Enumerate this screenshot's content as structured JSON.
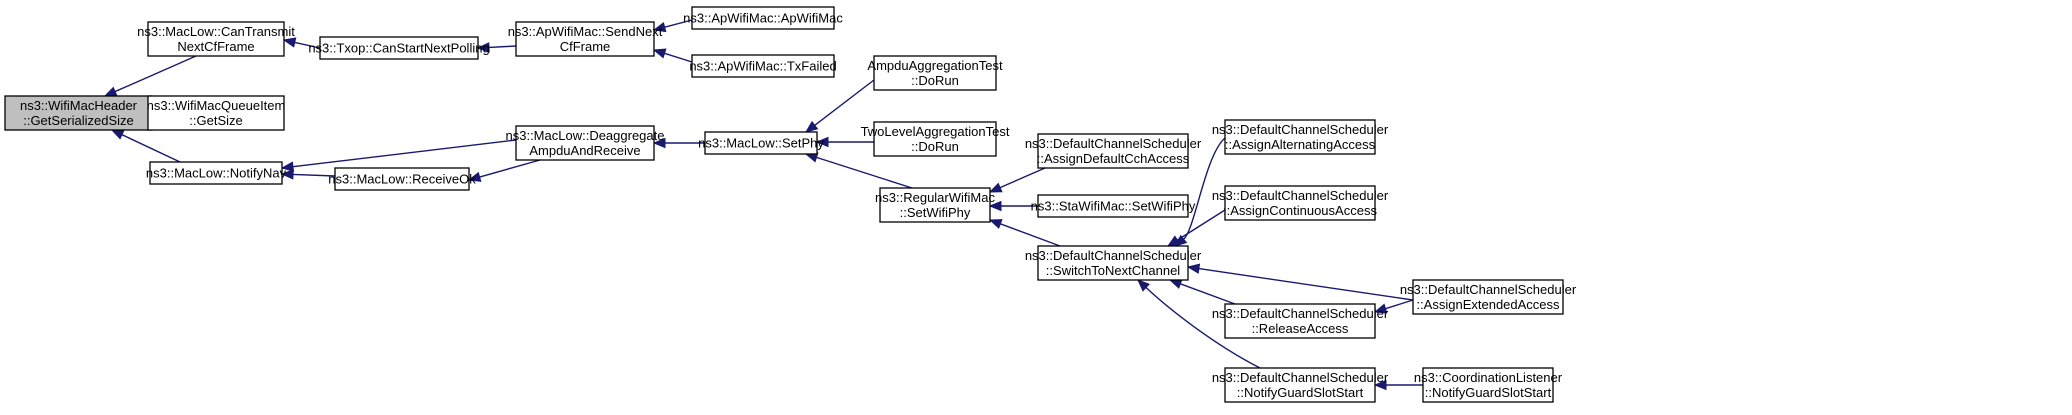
{
  "diagram": {
    "nodes": [
      {
        "id": "n0",
        "lines": [
          "ns3::WifiMacHeader",
          "::GetSerializedSize"
        ],
        "root": true
      },
      {
        "id": "n1",
        "lines": [
          "ns3::MacLow::CanTransmit",
          "NextCfFrame"
        ]
      },
      {
        "id": "n2",
        "lines": [
          "ns3::WifiMacQueueItem",
          "::GetSize"
        ]
      },
      {
        "id": "n3",
        "lines": [
          "ns3::MacLow::NotifyNav"
        ]
      },
      {
        "id": "n4",
        "lines": [
          "ns3::Txop::CanStartNextPolling"
        ]
      },
      {
        "id": "n5",
        "lines": [
          "ns3::MacLow::ReceiveOk"
        ]
      },
      {
        "id": "n6",
        "lines": [
          "ns3::ApWifiMac::SendNext",
          "CfFrame"
        ]
      },
      {
        "id": "n7",
        "lines": [
          "ns3::MacLow::Deaggregate",
          "AmpduAndReceive"
        ]
      },
      {
        "id": "n8",
        "lines": [
          "ns3::ApWifiMac::ApWifiMac"
        ]
      },
      {
        "id": "n9",
        "lines": [
          "ns3::ApWifiMac::TxFailed"
        ]
      },
      {
        "id": "n10",
        "lines": [
          "ns3::MacLow::SetPhy"
        ]
      },
      {
        "id": "n11",
        "lines": [
          "AmpduAggregationTest",
          "::DoRun"
        ]
      },
      {
        "id": "n12",
        "lines": [
          "TwoLevelAggregationTest",
          "::DoRun"
        ]
      },
      {
        "id": "n13",
        "lines": [
          "ns3::RegularWifiMac",
          "::SetWifiPhy"
        ]
      },
      {
        "id": "n14",
        "lines": [
          "ns3::DefaultChannelScheduler",
          "::AssignDefaultCchAccess"
        ]
      },
      {
        "id": "n15",
        "lines": [
          "ns3::StaWifiMac::SetWifiPhy"
        ]
      },
      {
        "id": "n16",
        "lines": [
          "ns3::DefaultChannelScheduler",
          "::SwitchToNextChannel"
        ]
      },
      {
        "id": "n17",
        "lines": [
          "ns3::DefaultChannelScheduler",
          "::AssignAlternatingAccess"
        ]
      },
      {
        "id": "n18",
        "lines": [
          "ns3::DefaultChannelScheduler",
          "::AssignContinuousAccess"
        ]
      },
      {
        "id": "n19",
        "lines": [
          "ns3::DefaultChannelScheduler",
          "::ReleaseAccess"
        ]
      },
      {
        "id": "n20",
        "lines": [
          "ns3::DefaultChannelScheduler",
          "::NotifyGuardSlotStart"
        ]
      },
      {
        "id": "n21",
        "lines": [
          "ns3::DefaultChannelScheduler",
          "::AssignExtendedAccess"
        ]
      },
      {
        "id": "n22",
        "lines": [
          "ns3::CoordinationListener",
          "::NotifyGuardSlotStart"
        ]
      }
    ],
    "edges": [
      {
        "from": "n1",
        "to": "n0"
      },
      {
        "from": "n2",
        "to": "n0"
      },
      {
        "from": "n3",
        "to": "n0"
      },
      {
        "from": "n4",
        "to": "n1"
      },
      {
        "from": "n6",
        "to": "n4"
      },
      {
        "from": "n8",
        "to": "n6"
      },
      {
        "from": "n9",
        "to": "n6"
      },
      {
        "from": "n7",
        "to": "n3"
      },
      {
        "from": "n5",
        "to": "n3"
      },
      {
        "from": "n7",
        "to": "n5"
      },
      {
        "from": "n10",
        "to": "n7"
      },
      {
        "from": "n11",
        "to": "n10"
      },
      {
        "from": "n12",
        "to": "n10"
      },
      {
        "from": "n13",
        "to": "n10"
      },
      {
        "from": "n14",
        "to": "n13"
      },
      {
        "from": "n15",
        "to": "n13"
      },
      {
        "from": "n16",
        "to": "n13"
      },
      {
        "from": "n17",
        "to": "n16"
      },
      {
        "from": "n18",
        "to": "n16"
      },
      {
        "from": "n21",
        "to": "n16"
      },
      {
        "from": "n19",
        "to": "n16"
      },
      {
        "from": "n20",
        "to": "n16"
      },
      {
        "from": "n21",
        "to": "n19"
      },
      {
        "from": "n22",
        "to": "n20"
      }
    ]
  }
}
